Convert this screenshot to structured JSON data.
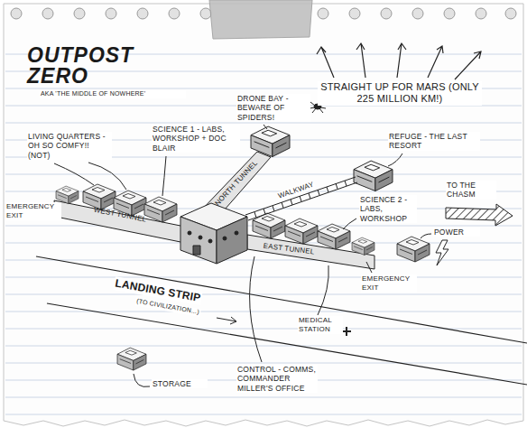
{
  "diagram": {
    "title": "OUTPOST ZERO",
    "labels": [
      "AKA 'THE MIDDLE OF NOWHERE'",
      "STRAIGHT UP FOR MARS (ONLY 225 MILLION KM!)",
      "LIVING QUARTERS - OH SO COMFY!! (NOT)",
      "SCIENCE 1 - LABS, WORKSHOP + DOC BLAIR",
      "DRONE BAY - BEWARE OF SPIDERS!",
      "REFUGE - THE LAST RESORT",
      "EMERGENCY EXIT",
      "WEST TUNNEL",
      "NORTH TUNNEL",
      "WALKWAY",
      "TO THE CHASM",
      "SCIENCE 2 - LABS, WORKSHOP",
      "POWER",
      "EAST TUNNEL",
      "EMERGENCY EXIT",
      "LANDING STRIP",
      "(TO CIVILIZATION...)",
      "MEDICAL STATION",
      "CONTROL - COMMS, COMMANDER MILLER'S OFFICE",
      "STORAGE"
    ]
  }
}
